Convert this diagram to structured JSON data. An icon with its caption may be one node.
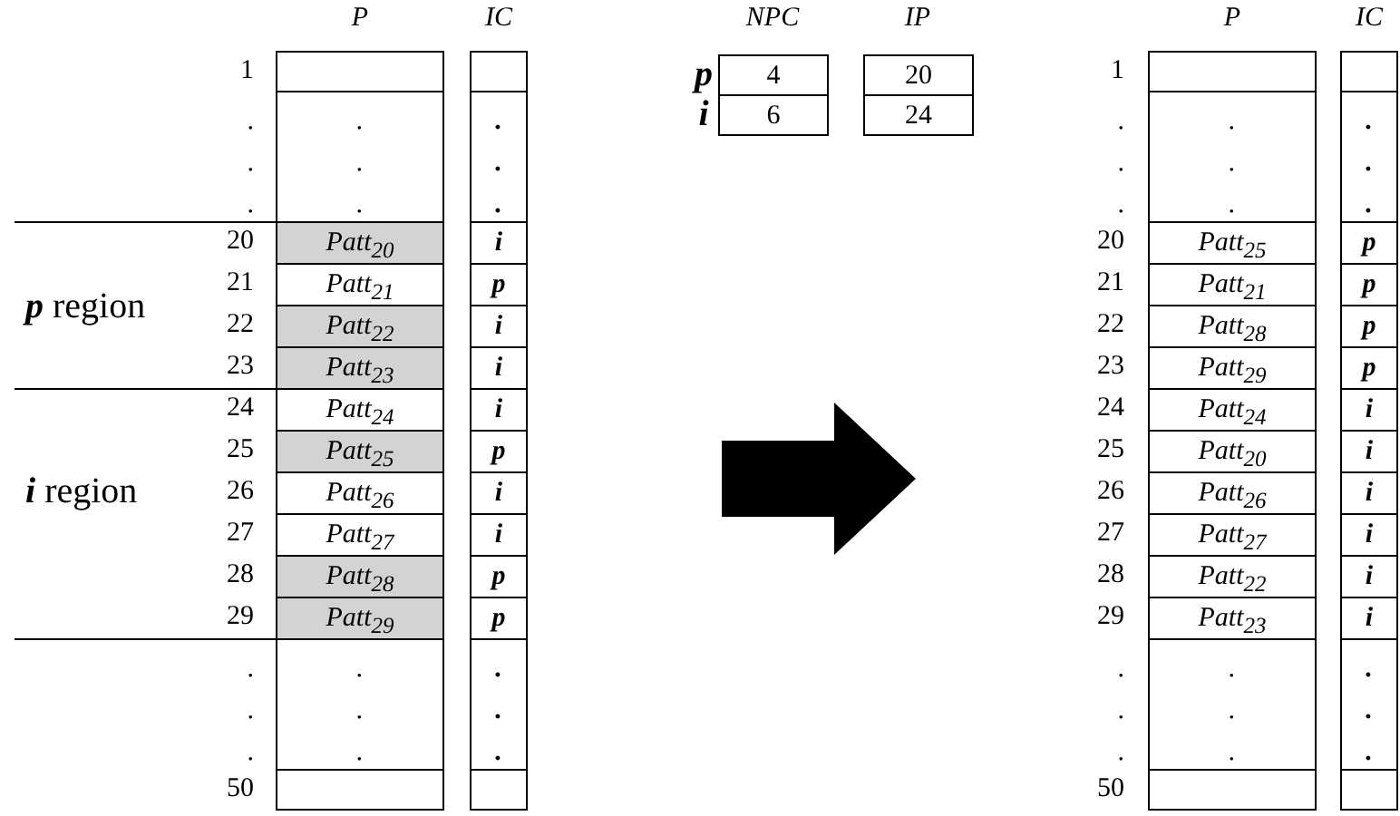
{
  "diagram": {
    "labels": [
      "P",
      "IC",
      "1",
      ".",
      ".",
      ".",
      ".",
      ".",
      ".",
      ".",
      ".",
      ".",
      "20",
      "Patt$_{20}$",
      "i",
      "21",
      "Patt$_{21}$",
      "p",
      "22",
      "Patt$_{22}$",
      "i",
      "23",
      "Patt$_{23}$",
      "i",
      "24",
      "Patt$_{24}$",
      "i",
      "25",
      "Patt$_{25}$",
      "p",
      "26",
      "Patt$_{26}$",
      "i",
      "27",
      "Patt$_{27}$",
      "i",
      "28",
      "Patt$_{28}$",
      "p",
      "29",
      "Patt$_{29}$",
      "p",
      ".",
      ".",
      ".",
      ".",
      ".",
      ".",
      ".",
      ".",
      ".",
      "50",
      "**p** region",
      "**i** region",
      "NPC",
      "IP",
      "p",
      "4",
      "20",
      "i",
      "6",
      "24",
      "P",
      "IC",
      "1",
      ".",
      ".",
      ".",
      ".",
      ".",
      ".",
      ".",
      ".",
      ".",
      "20",
      "Patt$_{25}$",
      "p",
      "21",
      "Patt$_{21}$",
      "p",
      "22",
      "Patt$_{28}$",
      "p",
      "23",
      "Patt$_{29}$",
      "p",
      "24",
      "Patt$_{24}$",
      "i",
      "25",
      "Patt$_{20}$",
      "i",
      "26",
      "Patt$_{26}$",
      "i",
      "27",
      "Patt$_{27}$",
      "i",
      "28",
      "Patt$_{22}$",
      "i",
      "29",
      "Patt$_{23}$",
      "i",
      ".",
      ".",
      ".",
      ".",
      ".",
      ".",
      ".",
      ".",
      ".",
      "50"
    ]
  }
}
